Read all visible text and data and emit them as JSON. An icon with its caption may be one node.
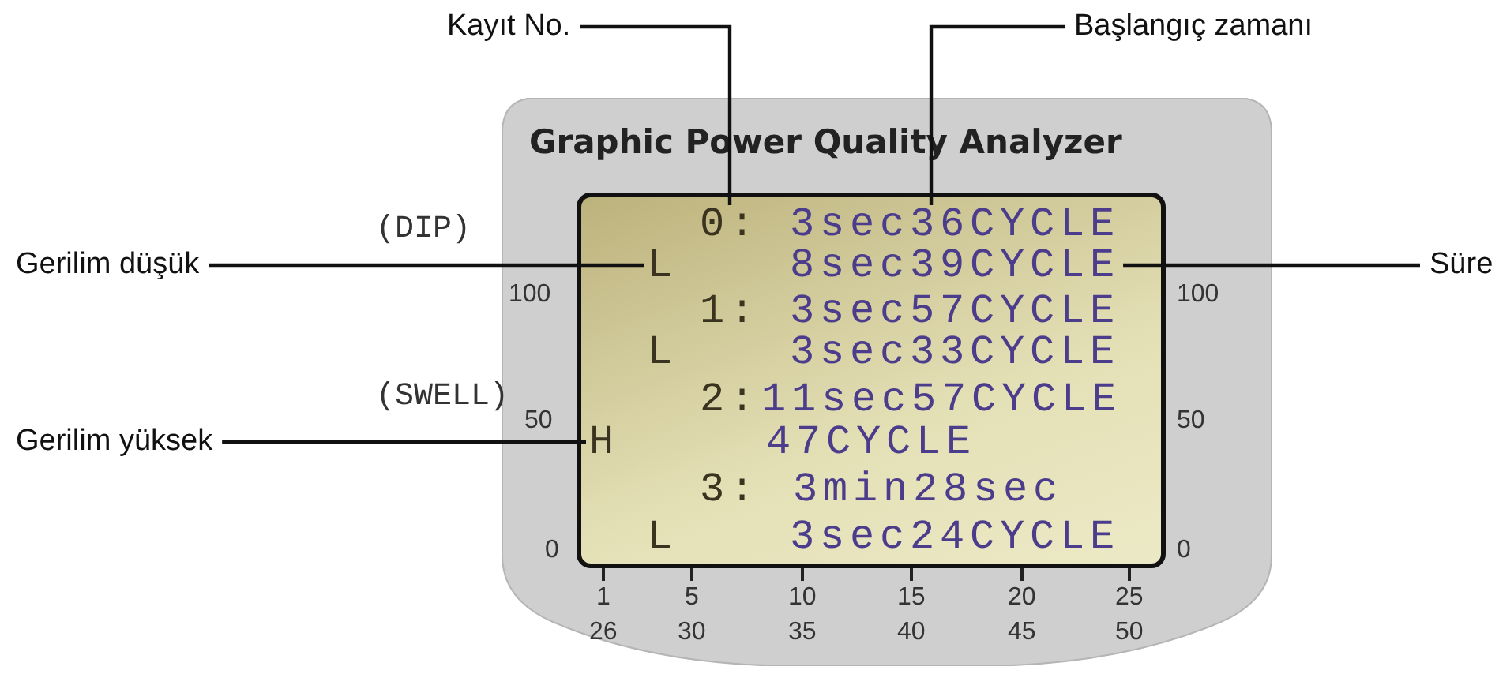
{
  "diagram": {
    "nodes": [
      {
        "text": [
          "Graphic Power Quality Analyzer"
        ]
      },
      {
        "text": [],
        "shape": "box",
        "in": 0
      },
      {
        "text": [
          "0:"
        ],
        "in": 1
      },
      {
        "text": [
          "3sec36CYCLE"
        ],
        "in": 1
      },
      {
        "text": [
          "L"
        ],
        "in": 1
      },
      {
        "text": [
          "8sec39CYCLE"
        ],
        "in": 1
      },
      {
        "text": [
          "H"
        ],
        "in": 1
      },
      {
        "text": [
          "Kayıt No."
        ]
      },
      {
        "text": [
          "Başlangıç zamanı"
        ]
      },
      {
        "text": [
          "Gerilim düşük"
        ]
      },
      {
        "text": [
          "Süre"
        ]
      },
      {
        "text": [
          "Gerilim yüksek"
        ]
      }
    ],
    "edges": [
      {
        "from": 7,
        "to": 2,
        "arrow": "none"
      },
      {
        "from": 8,
        "to": 3,
        "arrow": "none"
      },
      {
        "from": 9,
        "to": 4,
        "arrow": "none"
      },
      {
        "from": 10,
        "to": 5,
        "arrow": "none"
      },
      {
        "from": 11,
        "to": 6,
        "arrow": "none"
      }
    ],
    "labels": [
      "(DIP)",
      "(SWELL)",
      "1:",
      "3sec57CYCLE",
      "L",
      "3sec33CYCLE",
      "2:",
      "11sec57CYCLE",
      "47CYCLE",
      "3:",
      "3min28sec",
      "L",
      "3sec24CYCLE",
      "100",
      "100",
      "50",
      "50",
      "0",
      "0",
      "1",
      "5",
      "10",
      "15",
      "20",
      "25",
      "26",
      "30",
      "35",
      "40",
      "45",
      "50"
    ]
  }
}
